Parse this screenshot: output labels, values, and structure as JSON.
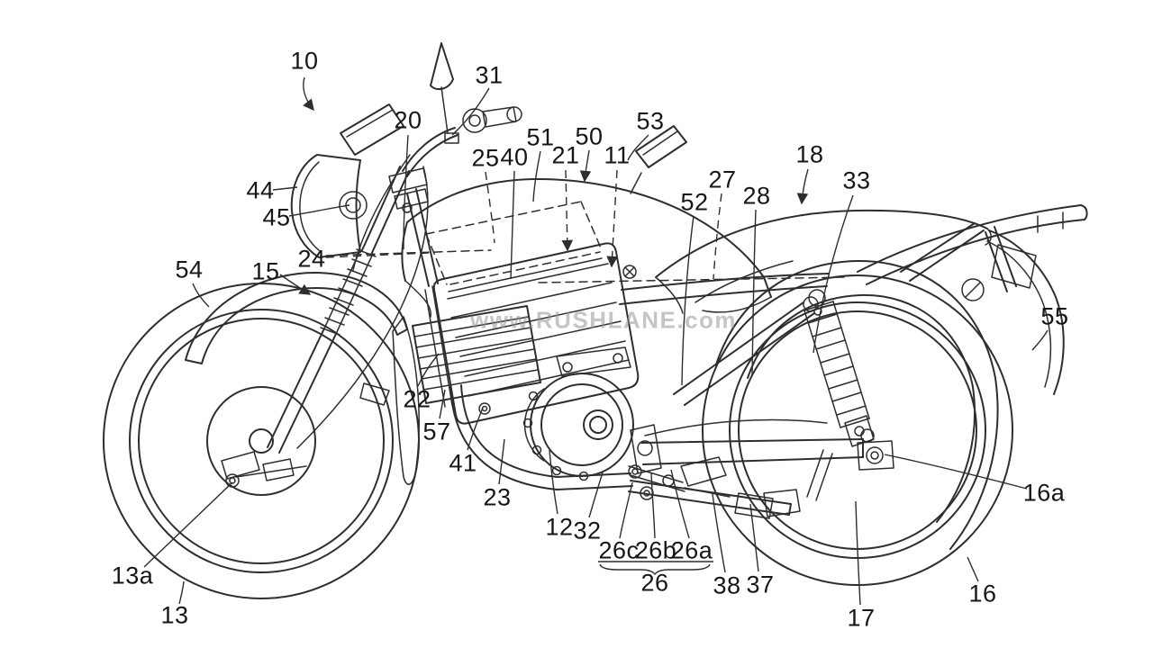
{
  "figure": {
    "kind": "patent-line-drawing",
    "subject": "motorcycle-side-view"
  },
  "colors": {
    "background": "#ffffff",
    "line": "#2e2e2e",
    "label": "#161616",
    "watermark": "#969696"
  },
  "watermark": {
    "text": "www.RUSHLANE.com"
  },
  "part_labels": [
    {
      "text": "10"
    },
    {
      "text": "31"
    },
    {
      "text": "20"
    },
    {
      "text": "44"
    },
    {
      "text": "45"
    },
    {
      "text": "25"
    },
    {
      "text": "40"
    },
    {
      "text": "51"
    },
    {
      "text": "21"
    },
    {
      "text": "50"
    },
    {
      "text": "11"
    },
    {
      "text": "53"
    },
    {
      "text": "52"
    },
    {
      "text": "27"
    },
    {
      "text": "28"
    },
    {
      "text": "18"
    },
    {
      "text": "33"
    },
    {
      "text": "24"
    },
    {
      "text": "54"
    },
    {
      "text": "15"
    },
    {
      "text": "55"
    },
    {
      "text": "22"
    },
    {
      "text": "57"
    },
    {
      "text": "41"
    },
    {
      "text": "23"
    },
    {
      "text": "12"
    },
    {
      "text": "32"
    },
    {
      "text": "26c"
    },
    {
      "text": "26b"
    },
    {
      "text": "26a"
    },
    {
      "text": "26"
    },
    {
      "text": "38"
    },
    {
      "text": "37"
    },
    {
      "text": "17"
    },
    {
      "text": "16"
    },
    {
      "text": "16a"
    },
    {
      "text": "13a"
    },
    {
      "text": "13"
    }
  ],
  "label_groups": [
    {
      "members": [
        "26c",
        "26b",
        "26a"
      ],
      "group": "26"
    }
  ]
}
